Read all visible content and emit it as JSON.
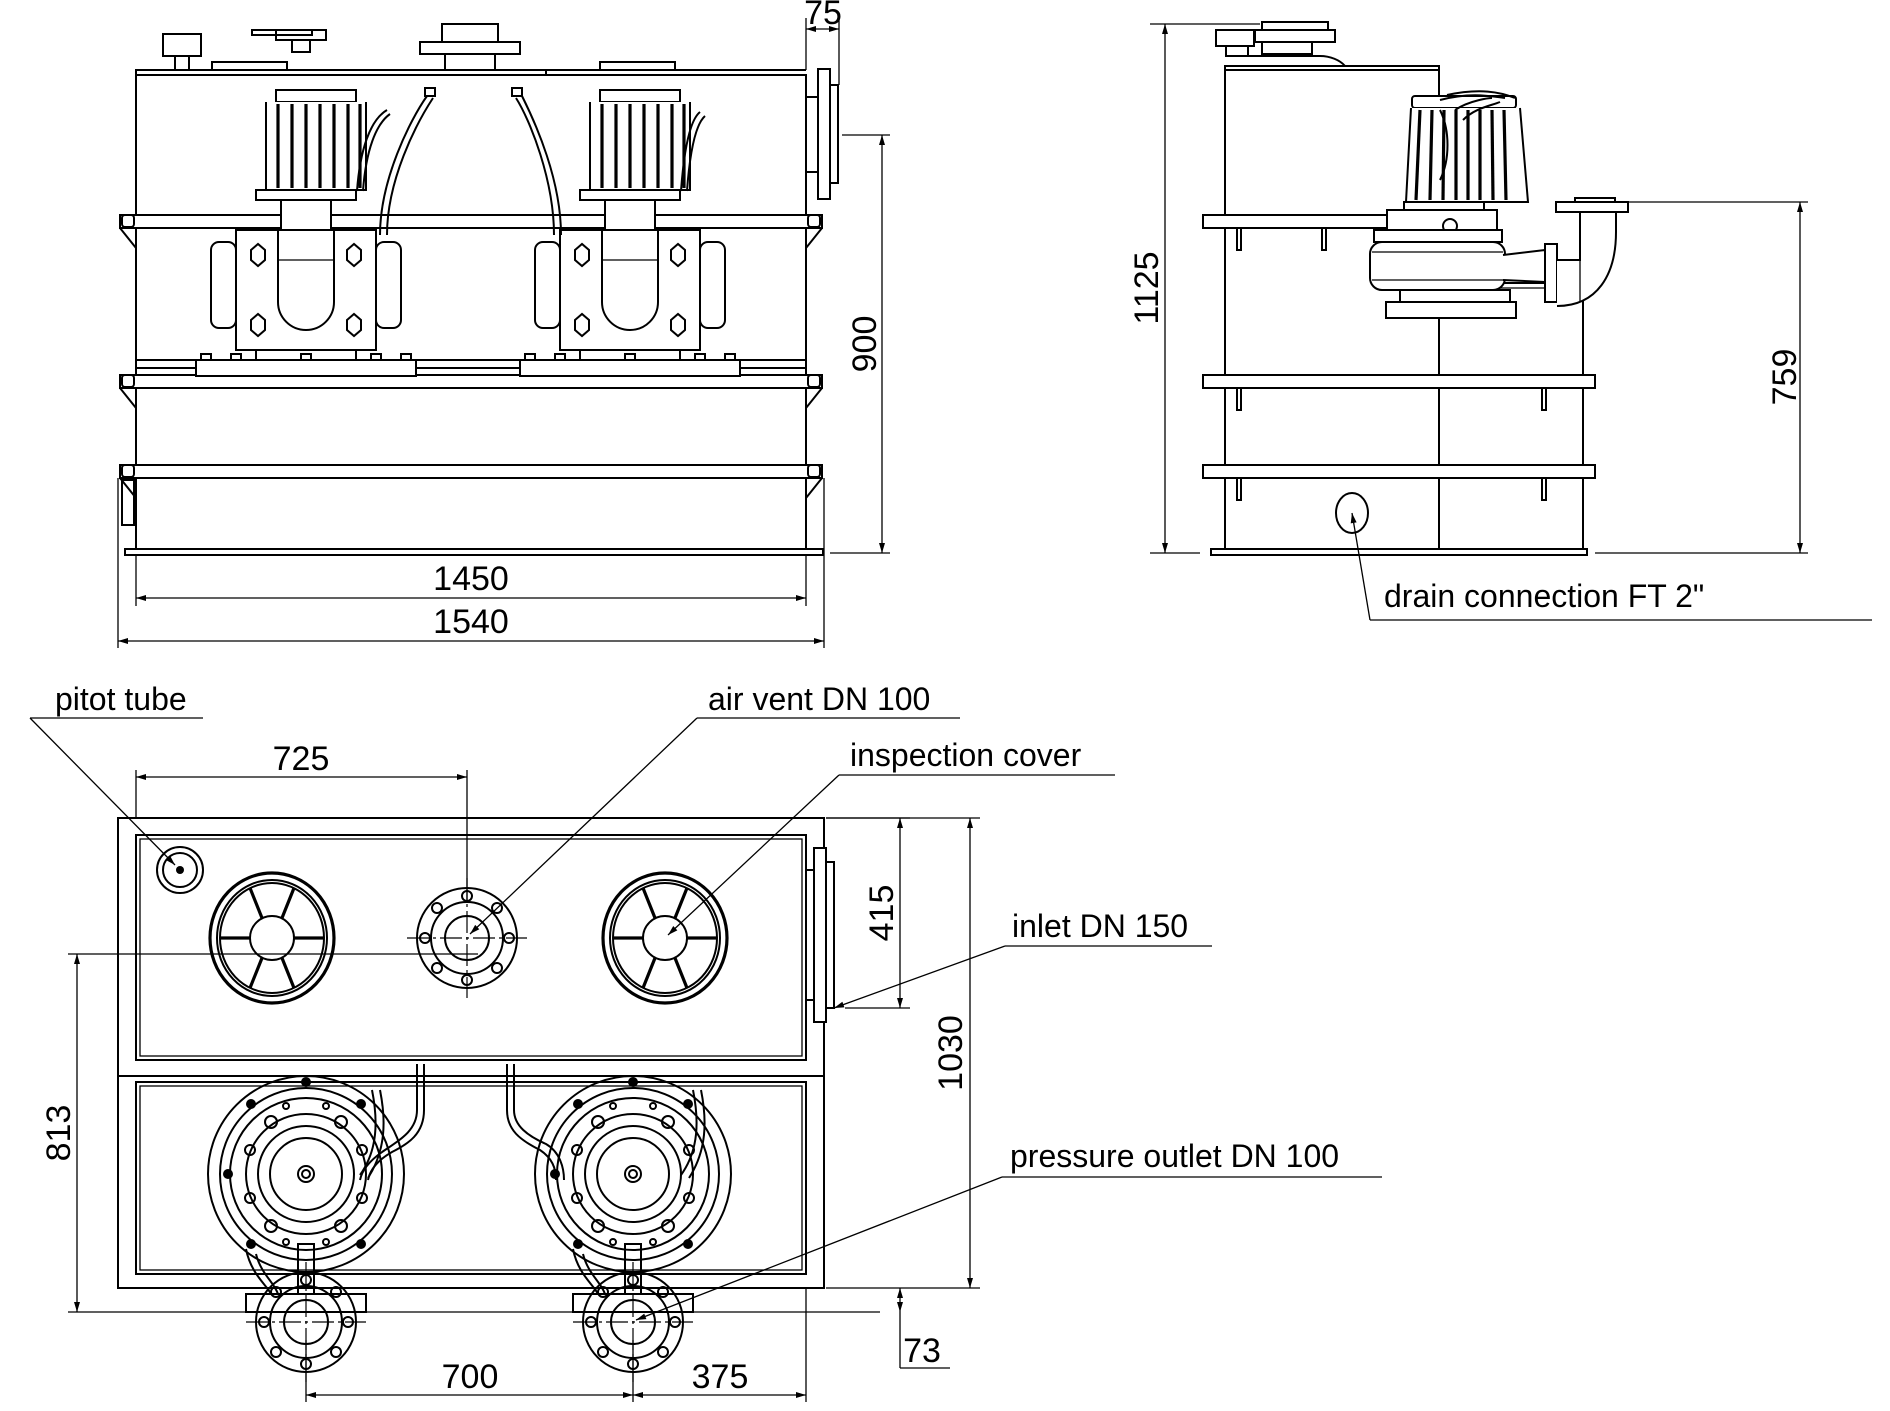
{
  "drawing": {
    "subject": "twin pump lifting station",
    "views": [
      "front view",
      "side view",
      "top view"
    ]
  },
  "front_view": {
    "dimensions": {
      "flange_depth": "75",
      "inlet_height": "900",
      "tank_width": "1450",
      "base_width": "1540"
    }
  },
  "side_view": {
    "dimensions": {
      "overall_height": "1125",
      "outlet_height": "759"
    },
    "labels": {
      "drain": "drain connection FT 2\""
    }
  },
  "top_view": {
    "dimensions": {
      "vent_offset": "725",
      "inlet_offset": "415",
      "overall_depth": "1030",
      "outlet_centerline": "813",
      "outlet_spacing": "700",
      "outlet_edge": "375",
      "outlet_projection": "73"
    },
    "labels": {
      "pitot_tube": "pitot tube",
      "air_vent": "air vent DN 100",
      "inspection_cover": "inspection cover",
      "inlet": "inlet DN 150",
      "pressure_outlet": "pressure outlet DN 100"
    }
  }
}
